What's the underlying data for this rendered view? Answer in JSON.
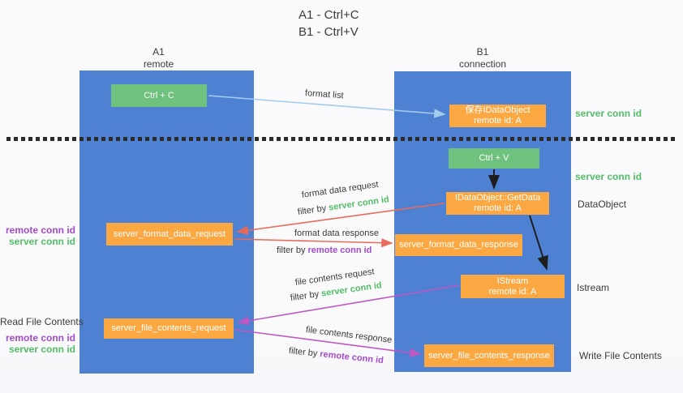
{
  "title": {
    "line1": "A1 - Ctrl+C",
    "line2": "B1 - Ctrl+V"
  },
  "columns": {
    "a": {
      "name": "A1",
      "role": "remote"
    },
    "b": {
      "name": "B1",
      "role": "connection"
    }
  },
  "boxes": {
    "ctrl_c": {
      "label": "Ctrl + C"
    },
    "save_idataobject": {
      "line1": "保存IDataObject",
      "line2": "remote id: A"
    },
    "ctrl_v": {
      "label": "Ctrl + V"
    },
    "getdata": {
      "line1": "IDataObject::GetData",
      "line2": "remote id: A"
    },
    "format_request": {
      "label": "server_format_data_request"
    },
    "format_response": {
      "label": "server_format_data_response"
    },
    "istream": {
      "line1": "IStream",
      "line2": "remote id: A"
    },
    "file_request": {
      "label": "server_file_contents_request"
    },
    "file_response": {
      "label": "server_file_contents_response"
    }
  },
  "arrow_labels": {
    "format_list": "format list",
    "format_data_request": "format data request",
    "format_data_response": "format data response",
    "file_contents_request": "file contents request",
    "file_contents_response": "file contents response",
    "filter_by": "filter by",
    "server_conn_id": "server conn id",
    "remote_conn_id": "remote conn id"
  },
  "side_labels": {
    "left": {
      "remote_conn_id_top": "remote conn id",
      "server_conn_id_top": "server conn id",
      "read_file_contents": "Read File Contents",
      "remote_conn_id_bottom": "remote conn id",
      "server_conn_id_bottom": "server conn id"
    },
    "right": {
      "server_conn_id_top": "server conn id",
      "server_conn_id_mid": "server conn id",
      "dataobject": "DataObject",
      "istream": "Istream",
      "write_file_contents": "Write File Contents"
    }
  },
  "colors": {
    "column_blue": "#4E81D2",
    "box_green": "#6FC27D",
    "box_orange": "#FBA842",
    "arrow_blue": "#A5CBEC",
    "arrow_red": "#E96A5C",
    "arrow_magenta": "#BE58C2",
    "arrow_black": "#1E1E1E",
    "text_green": "#53BD68",
    "text_purple": "#A24CC8",
    "text_dark": "#3B3B3B"
  }
}
